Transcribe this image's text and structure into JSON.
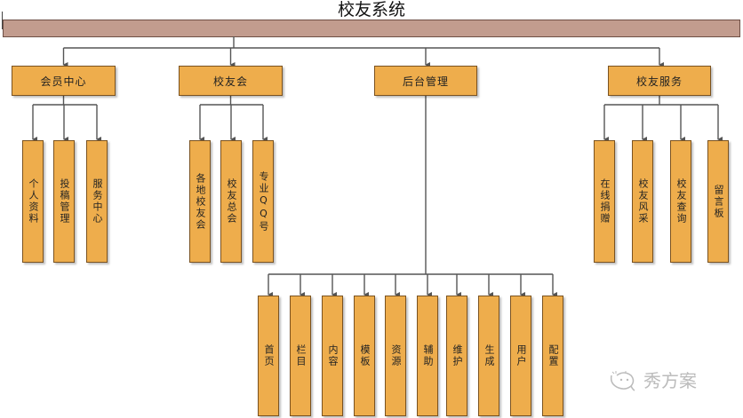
{
  "title": "校友系统",
  "colors": {
    "root_fill": "#c29c8e",
    "node_fill": "#eead4c",
    "node_border": "#7a5220",
    "connector": "#555555"
  },
  "tree": {
    "root": "校友系统",
    "children": [
      {
        "label": "会员中心",
        "children": [
          "个人资料",
          "投稿管理",
          "服务中心"
        ]
      },
      {
        "label": "校友会",
        "children": [
          "各地校友会",
          "校友总会",
          "专业QQ号"
        ]
      },
      {
        "label": "后台管理",
        "children": [
          "首页",
          "栏目",
          "内容",
          "模板",
          "资源",
          "辅助",
          "维护",
          "生成",
          "用户",
          "配置"
        ]
      },
      {
        "label": "校友服务",
        "children": [
          "在线捐赠",
          "校友风采",
          "校友查询",
          "留言板"
        ]
      }
    ]
  },
  "watermark": {
    "icon": "wechat-smile-icon",
    "text": "秀方案"
  }
}
